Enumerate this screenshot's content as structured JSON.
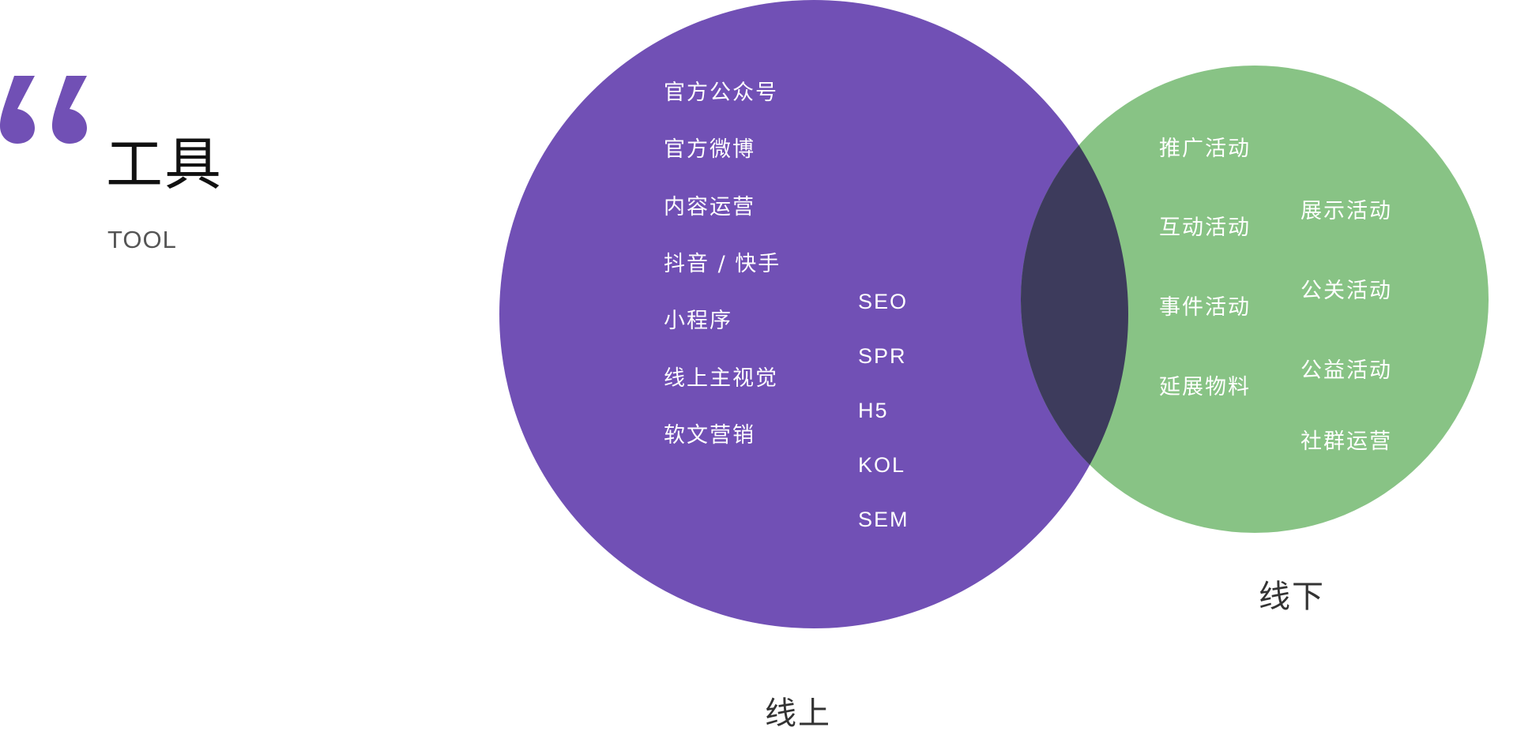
{
  "header": {
    "title": "工具",
    "subtitle": "TOOL",
    "quote_icon": "left-double-quote-icon"
  },
  "colors": {
    "accent_purple": "#7150b5",
    "offline_green": "#88c385",
    "overlap": "#3d3b5c",
    "label_text": "#333333",
    "white_text": "#ffffff"
  },
  "venn": {
    "online": {
      "label": "线上",
      "color": "#7150b5",
      "items_cn": [
        "官方公众号",
        "官方微博",
        "内容运营",
        "抖音 / 快手",
        "小程序",
        "线上主视觉",
        "软文营销"
      ],
      "items_en": [
        "SEO",
        "SPR",
        "H5",
        "KOL",
        "SEM"
      ]
    },
    "offline": {
      "label": "线下",
      "color": "#88c385",
      "items_col1": [
        "推广活动",
        "互动活动",
        "事件活动",
        "延展物料"
      ],
      "items_col2": [
        "展示活动",
        "公关活动",
        "公益活动",
        "社群运营"
      ]
    },
    "overlap_color": "#3d3b5c"
  }
}
